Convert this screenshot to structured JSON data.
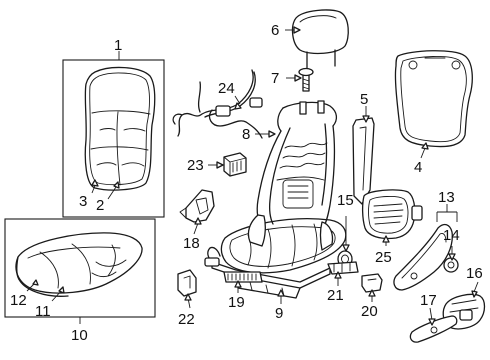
{
  "callouts": [
    {
      "id": "c1",
      "text": "1"
    },
    {
      "id": "c2",
      "text": "2"
    },
    {
      "id": "c3",
      "text": "3"
    },
    {
      "id": "c4",
      "text": "4"
    },
    {
      "id": "c5",
      "text": "5"
    },
    {
      "id": "c6",
      "text": "6"
    },
    {
      "id": "c7",
      "text": "7"
    },
    {
      "id": "c8",
      "text": "8"
    },
    {
      "id": "c9",
      "text": "9"
    },
    {
      "id": "c10",
      "text": "10"
    },
    {
      "id": "c11",
      "text": "11"
    },
    {
      "id": "c12",
      "text": "12"
    },
    {
      "id": "c13",
      "text": "13"
    },
    {
      "id": "c14",
      "text": "14"
    },
    {
      "id": "c15",
      "text": "15"
    },
    {
      "id": "c16",
      "text": "16"
    },
    {
      "id": "c17",
      "text": "17"
    },
    {
      "id": "c18",
      "text": "18"
    },
    {
      "id": "c19",
      "text": "19"
    },
    {
      "id": "c20",
      "text": "20"
    },
    {
      "id": "c21",
      "text": "21"
    },
    {
      "id": "c22",
      "text": "22"
    },
    {
      "id": "c23",
      "text": "23"
    },
    {
      "id": "c24",
      "text": "24"
    },
    {
      "id": "c25",
      "text": "25"
    }
  ],
  "parts": [
    {
      "callout": "1",
      "icon": "seatback-cover-assembly-icon"
    },
    {
      "callout": "2",
      "icon": "seatback-cover-icon"
    },
    {
      "callout": "3",
      "icon": "seatback-pad-icon"
    },
    {
      "callout": "4",
      "icon": "rear-back-panel-icon"
    },
    {
      "callout": "5",
      "icon": "side-trim-strip-icon"
    },
    {
      "callout": "6",
      "icon": "headrest-icon"
    },
    {
      "callout": "7",
      "icon": "screw-icon"
    },
    {
      "callout": "8",
      "icon": "seatback-frame-icon"
    },
    {
      "callout": "9",
      "icon": "seat-track-icon"
    },
    {
      "callout": "10",
      "icon": "cushion-assembly-icon"
    },
    {
      "callout": "11",
      "icon": "cushion-cover-icon"
    },
    {
      "callout": "12",
      "icon": "cushion-pad-icon"
    },
    {
      "callout": "13",
      "icon": "outer-shield-group-icon"
    },
    {
      "callout": "14",
      "icon": "knob-icon"
    },
    {
      "callout": "15",
      "icon": "recliner-cap-icon"
    },
    {
      "callout": "16",
      "icon": "switch-housing-icon"
    },
    {
      "callout": "17",
      "icon": "lever-icon"
    },
    {
      "callout": "18",
      "icon": "inner-bracket-icon"
    },
    {
      "callout": "19",
      "icon": "heater-module-icon"
    },
    {
      "callout": "20",
      "icon": "small-clip-icon"
    },
    {
      "callout": "21",
      "icon": "bracket-clip-icon"
    },
    {
      "callout": "22",
      "icon": "foot-cover-icon"
    },
    {
      "callout": "23",
      "icon": "connector-icon"
    },
    {
      "callout": "24",
      "icon": "wire-harness-icon"
    },
    {
      "callout": "25",
      "icon": "lumbar-panel-icon"
    }
  ]
}
